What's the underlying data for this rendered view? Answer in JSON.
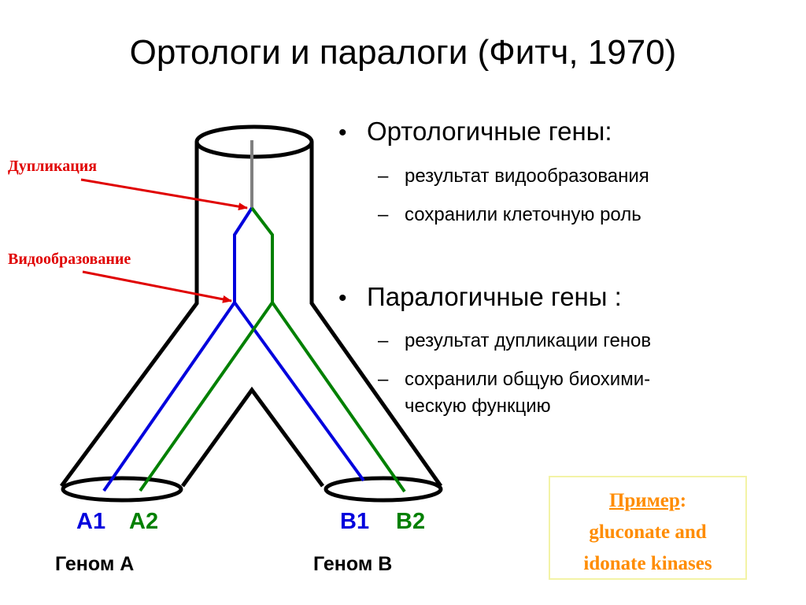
{
  "title": "Ортологи и паралоги (Фитч, 1970)",
  "colors": {
    "duplication_label": "#e00000",
    "speciation_label": "#e00000",
    "arrow": "#e00000",
    "paralog_blue": "#0000dd",
    "paralog_green": "#008000",
    "ancestor_gray": "#808080",
    "gene_label_blue": "#0000dd",
    "gene_label_green": "#008000",
    "example_text": "#ff8c00"
  },
  "diagram": {
    "labels": {
      "duplication": "Дупликация",
      "speciation": "Видообразование"
    },
    "genes": {
      "a1": "A1",
      "a2": "A2",
      "b1": "B1",
      "b2": "B2"
    },
    "genomes": {
      "a": "Геном А",
      "b": "Геном В"
    }
  },
  "bullets": {
    "orthologs": {
      "heading": "Ортологичные гены:",
      "items": [
        "результат видообразования",
        "сохранили клеточную роль"
      ]
    },
    "paralogs": {
      "heading": "Паралогичные гены :",
      "items": [
        "результат дупликации генов",
        "сохранили общую биохими-",
        "ческую функцию"
      ]
    }
  },
  "example": {
    "label": "Пример",
    "colon": ":",
    "line1": "gluconate and",
    "line2": "idonate kinases"
  }
}
